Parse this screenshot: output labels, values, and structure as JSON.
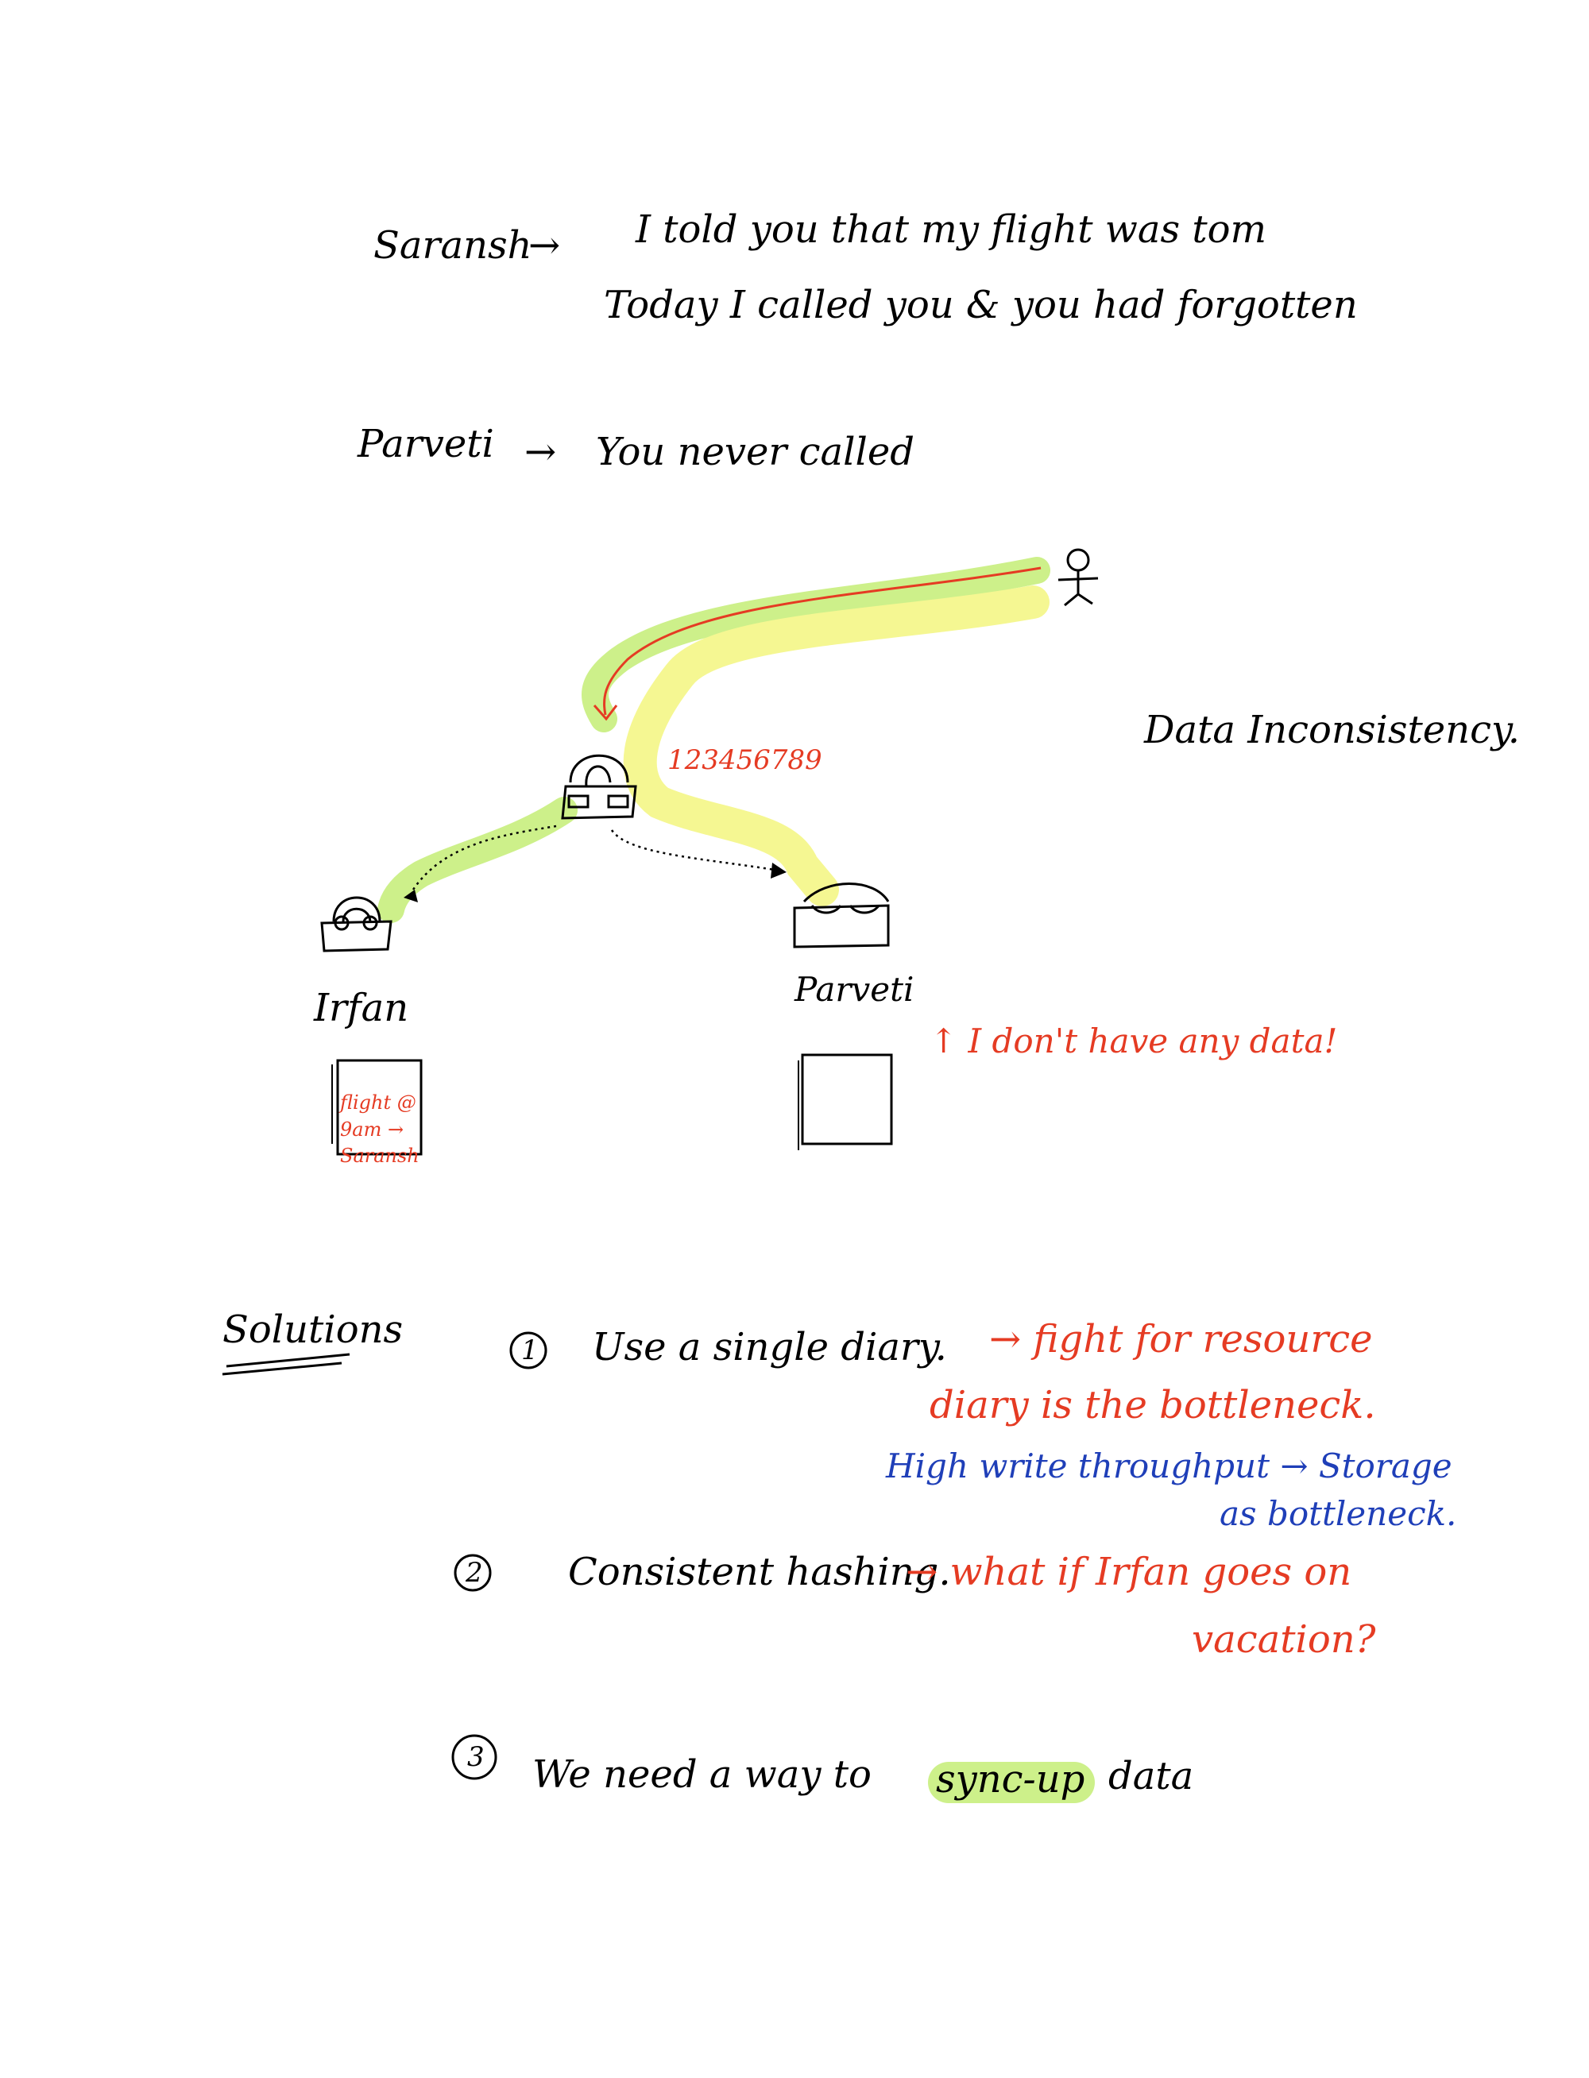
{
  "colors": {
    "ink": "#000000",
    "annotation_red": "#e53b23",
    "annotation_blue": "#1f3fb8",
    "highlight_green": "#cdf08a",
    "highlight_yellow": "#f5f792"
  },
  "dialogue": {
    "speaker1": "Saransh",
    "line1": "I told you that my flight was tom",
    "line2": "Today I called you & you had forgotten",
    "speaker2": "Parveti",
    "line3": "You never called",
    "arrow": "→"
  },
  "diagram": {
    "top_numbers": "123456789",
    "title": "Data Inconsistency.",
    "left_name": "Irfan",
    "right_name": "Parveti",
    "left_diary": "flight @ 9am → Saransh",
    "right_note": "↑ I don't have any data!",
    "icons": [
      "person-icon",
      "telephone-icon"
    ]
  },
  "solutions": {
    "heading": "Solutions",
    "items": [
      {
        "num": "1",
        "text": "Use a single diary.",
        "note": "→ fight for resource",
        "note2": "diary is the bottleneck.",
        "note3": "High write throughput → Storage",
        "note4": "as bottleneck."
      },
      {
        "num": "2",
        "text": "Consistent hashing.",
        "note": "→ what if Irfan goes on",
        "note2": "vacation?"
      },
      {
        "num": "3",
        "text": "We need a way to",
        "highlight": "sync-up",
        "tail": "data"
      }
    ]
  }
}
